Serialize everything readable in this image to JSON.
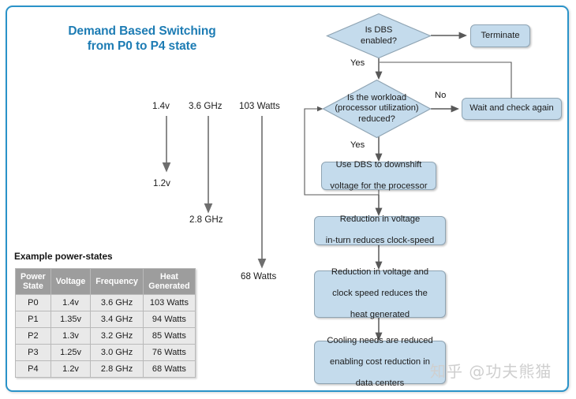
{
  "title": {
    "line1": "Demand Based Switching",
    "line2": "from P0 to P4 state",
    "color": "#1d7cb4"
  },
  "flow": {
    "decision_dbs_enabled": "Is DBS\nenabled?",
    "decision_dbs_enabled_line1": "Is DBS",
    "decision_dbs_enabled_line2": "enabled?",
    "terminate": "Terminate",
    "decision_workload_line1": "Is the workload",
    "decision_workload_line2": "(processor utilization)",
    "decision_workload_line3": "reduced?",
    "wait_and_check": "Wait and check again",
    "use_dbs_line1": "Use DBS to downshift",
    "use_dbs_line2": "voltage for the processor",
    "reduction_clock_line1": "Reduction in voltage",
    "reduction_clock_line2": "in-turn reduces clock-speed",
    "reduction_heat_line1": "Reduction in voltage and",
    "reduction_heat_line2": "clock speed reduces the",
    "reduction_heat_line3": "heat generated",
    "cooling_line1": "Cooling needs are reduced",
    "cooling_line2": "enabling cost reduction in",
    "cooling_line3": "data centers",
    "edge_yes_1": "Yes",
    "edge_yes_2": "Yes",
    "edge_no_1": "No",
    "shape_fill": "#c4dbec",
    "shape_border": "#8fa4b3",
    "connector_color": "#585858"
  },
  "metrics": [
    {
      "top": "1.4v",
      "bottom": "1.2v"
    },
    {
      "top": "3.6 GHz",
      "bottom": "2.8 GHz"
    },
    {
      "top": "103 Watts",
      "bottom": "68 Watts"
    }
  ],
  "table": {
    "caption": "Example power-states",
    "headers": [
      "Power\nState",
      "Voltage",
      "Frequency",
      "Heat\nGenerated"
    ],
    "rows": [
      [
        "P0",
        "1.4v",
        "3.6 GHz",
        "103 Watts"
      ],
      [
        "P1",
        "1.35v",
        "3.4 GHz",
        "94 Watts"
      ],
      [
        "P2",
        "1.3v",
        "3.2 GHz",
        "85 Watts"
      ],
      [
        "P3",
        "1.25v",
        "3.0 GHz",
        "76 Watts"
      ],
      [
        "P4",
        "1.2v",
        "2.8 GHz",
        "68 Watts"
      ]
    ],
    "header_bg": "#9d9d9d",
    "cell_bg": "#e9e9e9"
  },
  "watermark": "知乎 @功夫熊猫"
}
